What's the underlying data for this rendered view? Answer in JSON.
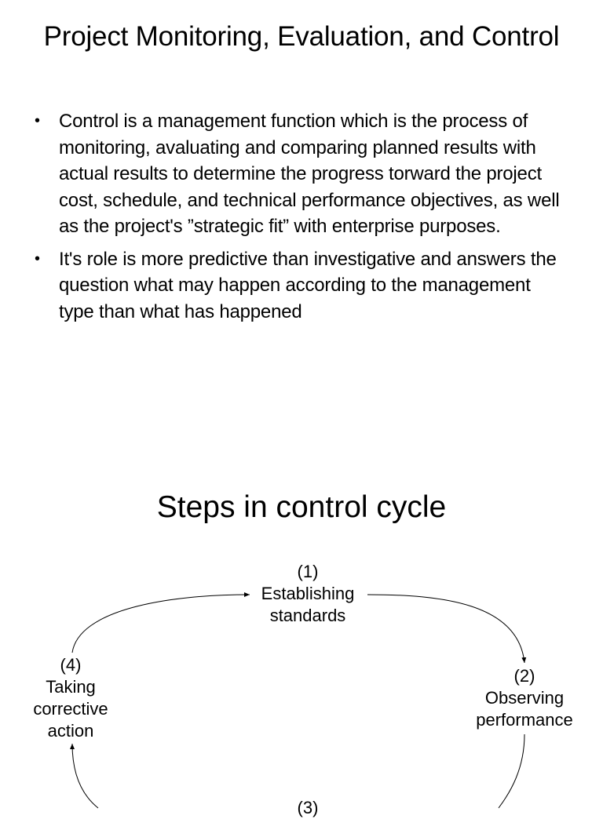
{
  "slide1": {
    "title": "Project Monitoring, Evaluation, and Control",
    "bullet_symbol": "•",
    "bullets": [
      "Control is a management function which is the process of monitoring, avaluating and comparing planned results with actual results to determine the progress torward the project cost, schedule, and technical performance objectives, as well as the project's ”strategic fit” with enterprise purposes.",
      "It's role is more predictive than investigative and answers the question what may happen according to the management type than what has happened"
    ]
  },
  "slide2": {
    "title": "Steps in control cycle",
    "steps": [
      {
        "number": "(1)",
        "line1": "Establishing",
        "line2": "standards",
        "line3": ""
      },
      {
        "number": "(2)",
        "line1": "Observing",
        "line2": "performance",
        "line3": ""
      },
      {
        "number": "(3)",
        "line1": "",
        "line2": "",
        "line3": ""
      },
      {
        "number": "(4)",
        "line1": "Taking",
        "line2": "corrective",
        "line3": "action"
      }
    ]
  }
}
